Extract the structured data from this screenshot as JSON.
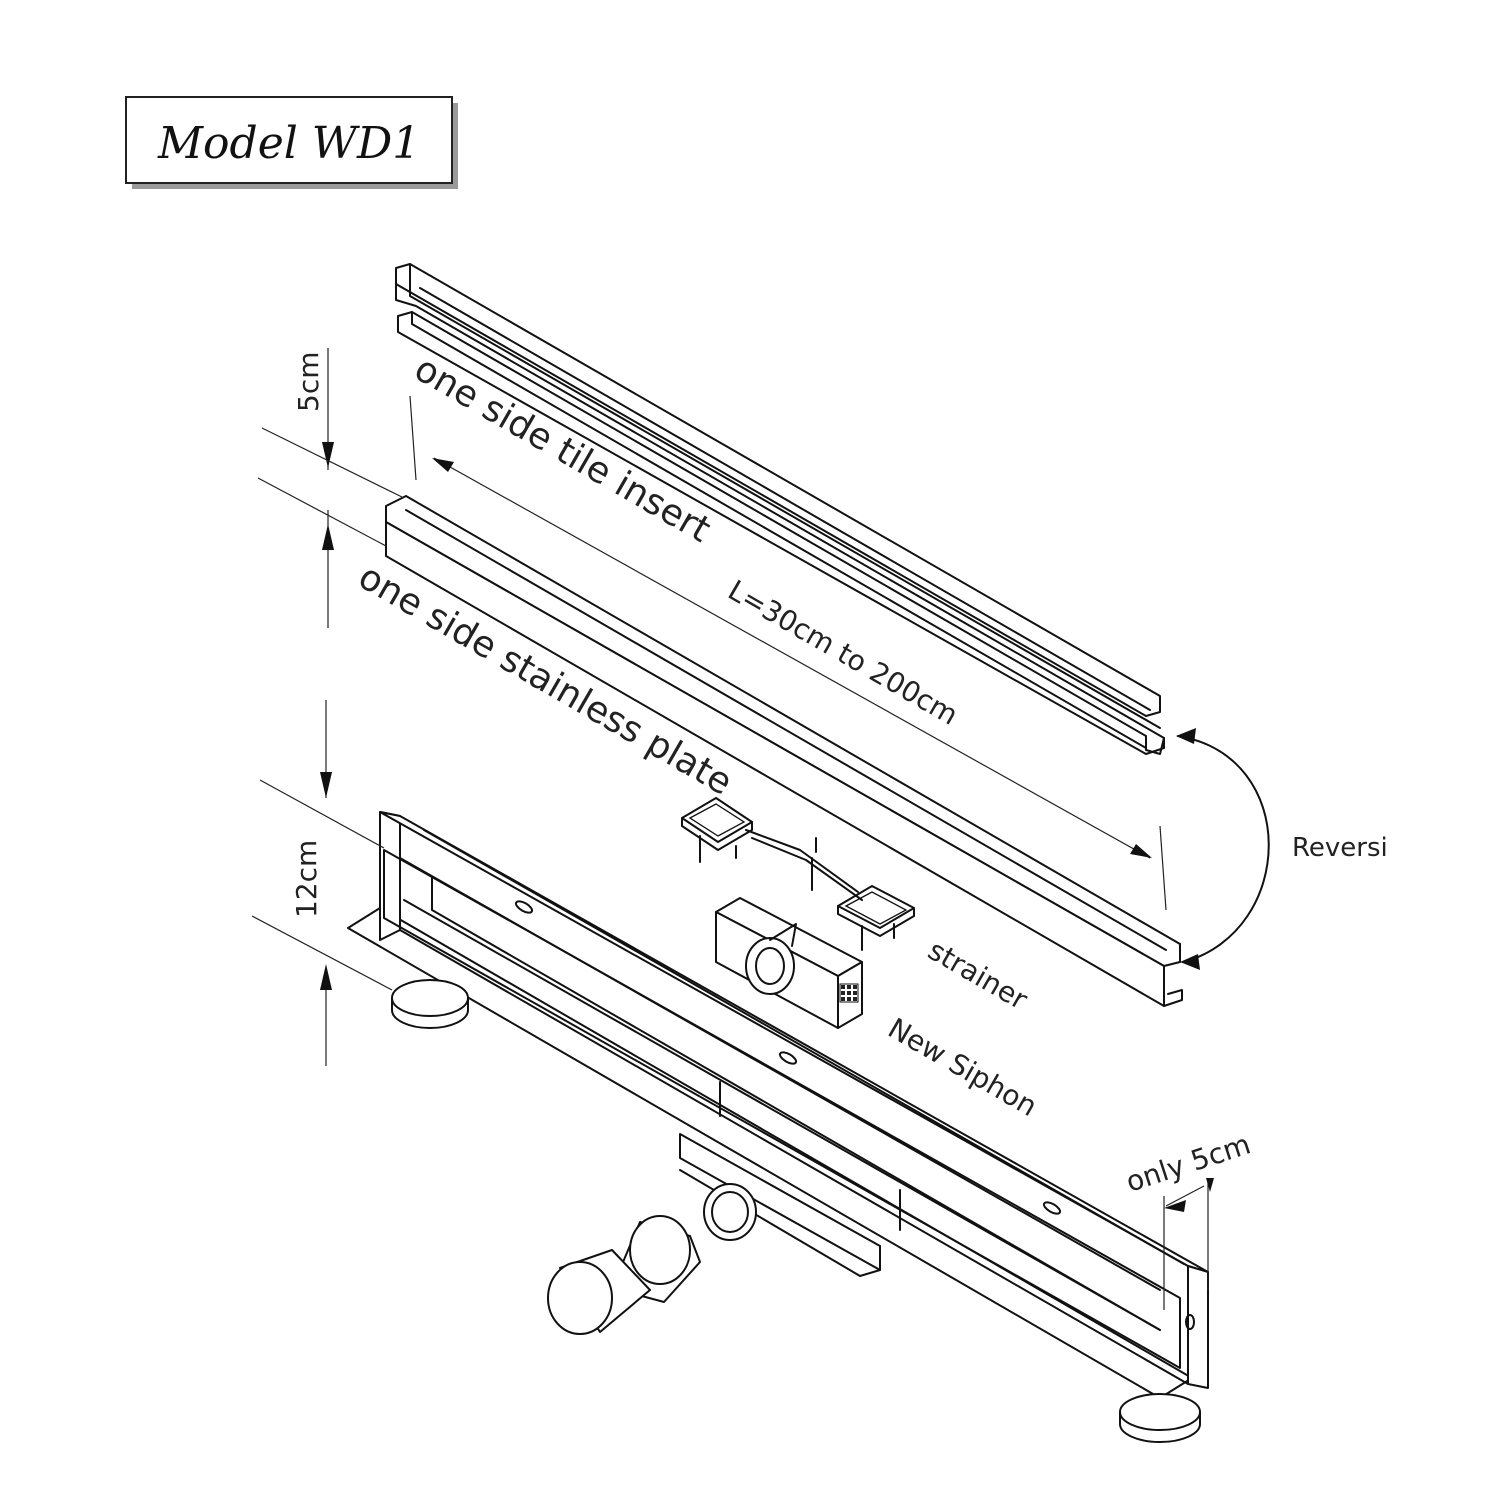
{
  "title": "Model WD1",
  "labels": {
    "tile_insert": "one side tile insert",
    "stainless_plate": "one side stainless plate",
    "length": "L=30cm to 200cm",
    "reversi": "Reversi",
    "strainer": "strainer",
    "siphon": "New Siphon",
    "only_5cm": "only 5cm"
  },
  "dimensions": {
    "top_height": "5cm",
    "body_height": "12cm"
  },
  "colors": {
    "line": "#111111",
    "accent_red": "#c8102e",
    "background": "#ffffff"
  }
}
